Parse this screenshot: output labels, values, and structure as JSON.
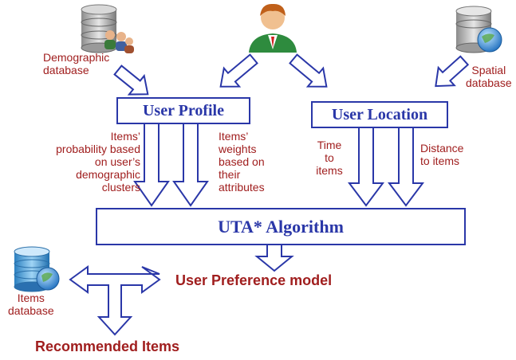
{
  "nodes": {
    "user_profile": "User Profile",
    "user_location": "User Location",
    "algorithm": "UTA* Algorithm"
  },
  "labels": {
    "demographic_db": [
      "Demographic",
      "database"
    ],
    "spatial_db": [
      "Spatial",
      "database"
    ],
    "items_db": [
      "Items",
      "database"
    ],
    "items_probability": [
      "Items’",
      "probability based",
      "on user’s",
      "demographic",
      "clusters"
    ],
    "items_weights": [
      "Items’",
      "weights",
      "based on",
      "their",
      "attributes"
    ],
    "time_to_items": [
      "Time",
      "to",
      "items"
    ],
    "distance_to_items": [
      "Distance",
      "to items"
    ]
  },
  "outputs": {
    "preference_model": "User Preference model",
    "recommended": "Recommended Items"
  },
  "colors": {
    "accent": "#2a37a8",
    "text_red": "#a01e1e"
  }
}
